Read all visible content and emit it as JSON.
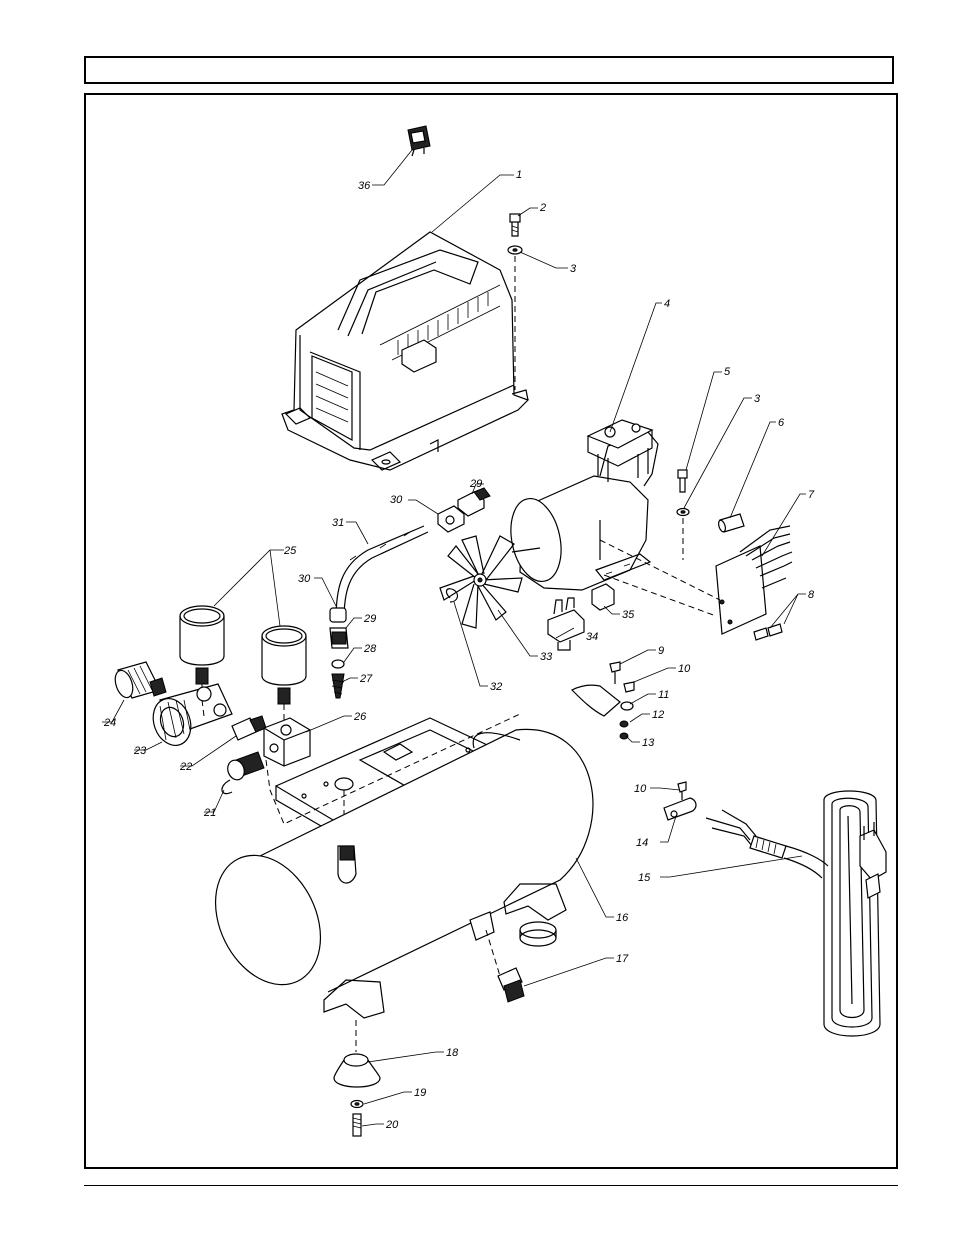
{
  "page": {
    "title_bar_text": "",
    "background": "#ffffff",
    "line_color": "#000000"
  },
  "diagram": {
    "type": "exploded-parts-view",
    "callouts": [
      "36",
      "1",
      "2",
      "3",
      "4",
      "5",
      "3",
      "6",
      "7",
      "8",
      "29",
      "30",
      "31",
      "30",
      "29",
      "28",
      "27",
      "25",
      "24",
      "23",
      "22",
      "26",
      "21",
      "32",
      "33",
      "34",
      "35",
      "9",
      "10",
      "11",
      "12",
      "13",
      "10",
      "14",
      "15",
      "16",
      "17",
      "18",
      "19",
      "20"
    ]
  }
}
